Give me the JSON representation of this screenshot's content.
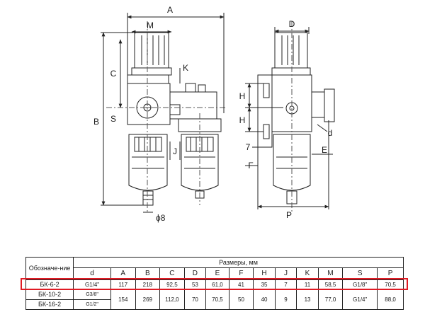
{
  "drawing": {
    "labels": {
      "A": "A",
      "M": "M",
      "C": "C",
      "K": "K",
      "S": "S",
      "B": "B",
      "J": "J",
      "diameter": "ϕ8",
      "D": "D",
      "H1": "H",
      "H2": "H",
      "seven": "7",
      "d": "d",
      "E": "E",
      "F": "F",
      "P": "P"
    }
  },
  "table": {
    "designation_header": "Обозначе-ние",
    "dimensions_header": "Размеры, мм",
    "columns": [
      "d",
      "A",
      "B",
      "C",
      "D",
      "E",
      "F",
      "H",
      "J",
      "K",
      "M",
      "S",
      "P"
    ],
    "rows": [
      {
        "model": "БК-6-2",
        "d": "G1/4\"",
        "A": "117",
        "B": "218",
        "C": "92,5",
        "D": "53",
        "E": "61,0",
        "F": "41",
        "H": "35",
        "J": "7",
        "K": "11",
        "M": "58,5",
        "S": "G1/8\"",
        "P": "70,5"
      },
      {
        "model": "БК-10-2",
        "d": "G3/8\""
      },
      {
        "model": "БК-16-2",
        "d": "G1/2\""
      }
    ],
    "merged_values": {
      "A": "154",
      "B": "269",
      "C": "112,0",
      "D": "70",
      "E": "70,5",
      "F": "50",
      "H": "40",
      "J": "9",
      "K": "13",
      "M": "77,0",
      "S": "G1/4\"",
      "P": "88,0"
    },
    "highlight_color": "#e01b24"
  }
}
